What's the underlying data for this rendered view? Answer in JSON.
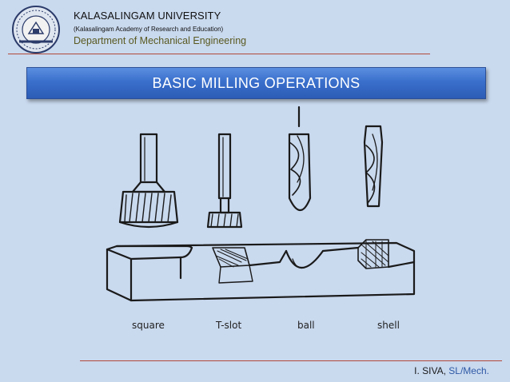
{
  "header": {
    "university": "KALASALINGAM UNIVERSITY",
    "subtitle": "(Kalasalingam Academy of Research and Education)",
    "department": "Department of Mechanical Engineering"
  },
  "slide": {
    "title": "BASIC MILLING OPERATIONS"
  },
  "figure": {
    "labels": [
      "square",
      "T-slot",
      "ball",
      "shell"
    ]
  },
  "footer": {
    "author": "I. SIVA,",
    "role": "SL/Mech."
  },
  "colors": {
    "background": "#c9d9ee",
    "title_bar": "#3a6fcc",
    "rule": "#b24a3a",
    "department_text": "#5a5a20",
    "footer_accent": "#2f5aa6"
  }
}
